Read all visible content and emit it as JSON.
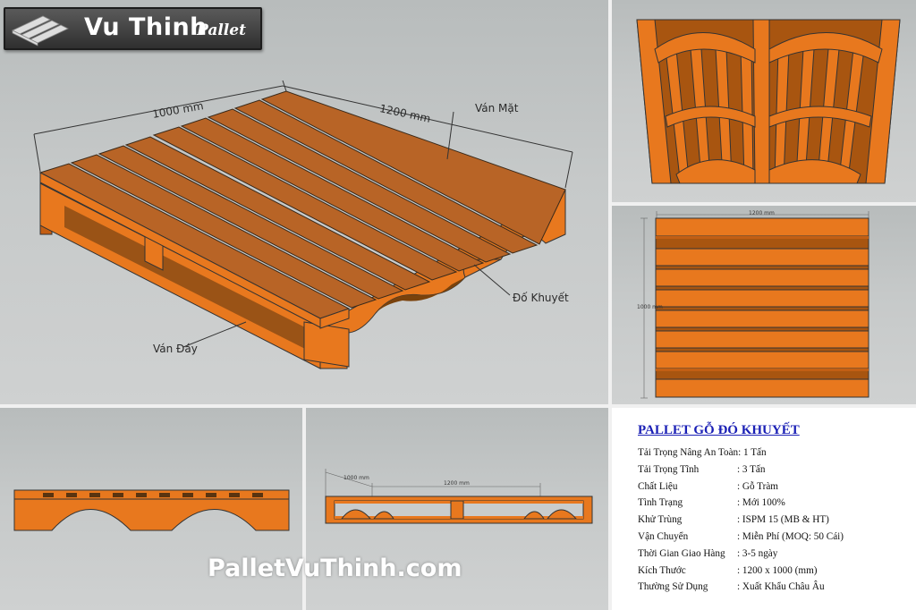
{
  "logo": {
    "brand": "Vu Thinh",
    "sub": "Pallet"
  },
  "main_labels": {
    "dim_width": "1000 mm",
    "dim_length": "1200 mm",
    "top_deck": "Ván Mặt",
    "notched_stringer": "Đố Khuyết",
    "bottom_deck": "Ván Đáy"
  },
  "top_view_labels": {
    "length": "1200 mm",
    "width": "1000 mm"
  },
  "side_view_labels": {
    "width": "1000 mm",
    "length": "1200 mm"
  },
  "watermark": "PalletVuThinh.com",
  "specs": {
    "title": "PALLET GỖ ĐÓ KHUYẾT",
    "rows": [
      {
        "label": "Tải Trọng Nâng An Toàn: 1 Tấn",
        "value": ""
      },
      {
        "label": "Tải Trọng Tĩnh",
        "value": ": 3 Tấn"
      },
      {
        "label": "Chất Liệu",
        "value": ": Gỗ Tràm"
      },
      {
        "label": "Tình Trạng",
        "value": ": Mới 100%"
      },
      {
        "label": "Khử Trùng",
        "value": ": ISPM 15 (MB & HT)"
      },
      {
        "label": "Vận Chuyển",
        "value": ": Miễn Phí (MOQ: 50 Cái)"
      },
      {
        "label": "Thời Gian Giao Hàng",
        "value": ": 3-5 ngày"
      },
      {
        "label": "Kích Thước",
        "value": ": 1200 x 1000 (mm)"
      },
      {
        "label": "Thường Sử Dụng",
        "value": ": Xuất Khẩu Châu Âu"
      }
    ]
  },
  "colors": {
    "wood": "#e8781e",
    "wood_dark": "#b85a10",
    "wood_top": "#c96b25",
    "background": "#c4c7c7",
    "spec_title": "#1a1fb5"
  }
}
